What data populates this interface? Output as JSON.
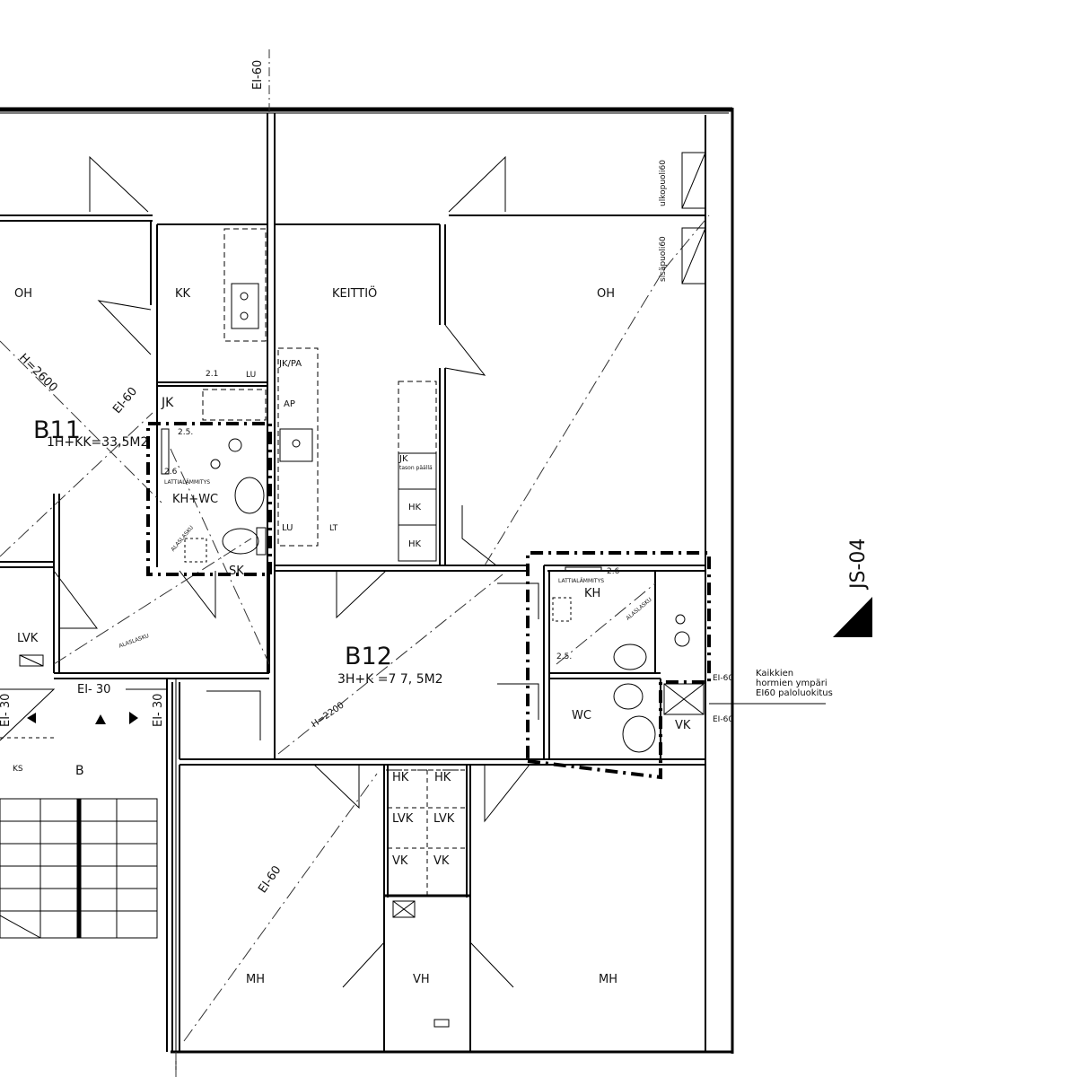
{
  "units": {
    "b11": {
      "name": "B11",
      "spec": "1H+KK=33,5M2",
      "height": "H=2600"
    },
    "b12": {
      "name": "B12",
      "spec": "3H+K =7 7, 5M2",
      "height": "H=2200"
    }
  },
  "rooms": {
    "oh_left": "OH",
    "kk": "KK",
    "keittio": "KEITTIÖ",
    "oh_right": "OH",
    "jk_left": "JK",
    "jkpa": "JK/PA",
    "ap": "AP",
    "lu_top": "LU",
    "lu_bottom": "LU",
    "lt": "LT",
    "kh_wc": "KH+WC",
    "kh": "KH",
    "wc": "WC",
    "vk": "VK",
    "sk": "SK",
    "lvk_left": "LVK",
    "b": "B",
    "ks": "KS",
    "mh_left": "MH",
    "mh_right": "MH",
    "vh": "VH",
    "hk1": "HK",
    "hk2": "HK",
    "hk3": "HK",
    "hk4": "HK",
    "lvk1": "LVK",
    "lvk2": "LVK",
    "vk1": "VK",
    "vk2": "VK",
    "jk_counter": "JK",
    "jk_counter_note": "tason päällä"
  },
  "dimensions": {
    "d21": "2.1",
    "d25a": "2.5.",
    "d26a": "2.6",
    "d26b": "2.6",
    "d25b": "2.5."
  },
  "notes": {
    "lattia1": "LATTIALÄMMITYS",
    "lattia2": "LATTIALÄMMITYS",
    "alaslasku1": "ALASLASKU",
    "alaslasku2": "ALASLASKU",
    "alaslasku3": "ALASLASKU",
    "ulkopuoli": "ulkopuoli60",
    "sisapuoli": "sisäpuoli60",
    "hormi_line1": "Kaikkien",
    "hormi_line2": "hormien ympäri",
    "hormi_line3": "EI60 paloluokitus"
  },
  "fire": {
    "ei60_top": "EI-60",
    "ei60_b11": "EI-60",
    "ei60_lower": "EI-60",
    "ei60_wc1": "EI-60",
    "ei60_wc2": "EI-60",
    "ei30_a": "EI- 30",
    "ei30_b": "EI- 30",
    "ei30_c": "EI- 30"
  },
  "section": {
    "label": "JS-04"
  }
}
